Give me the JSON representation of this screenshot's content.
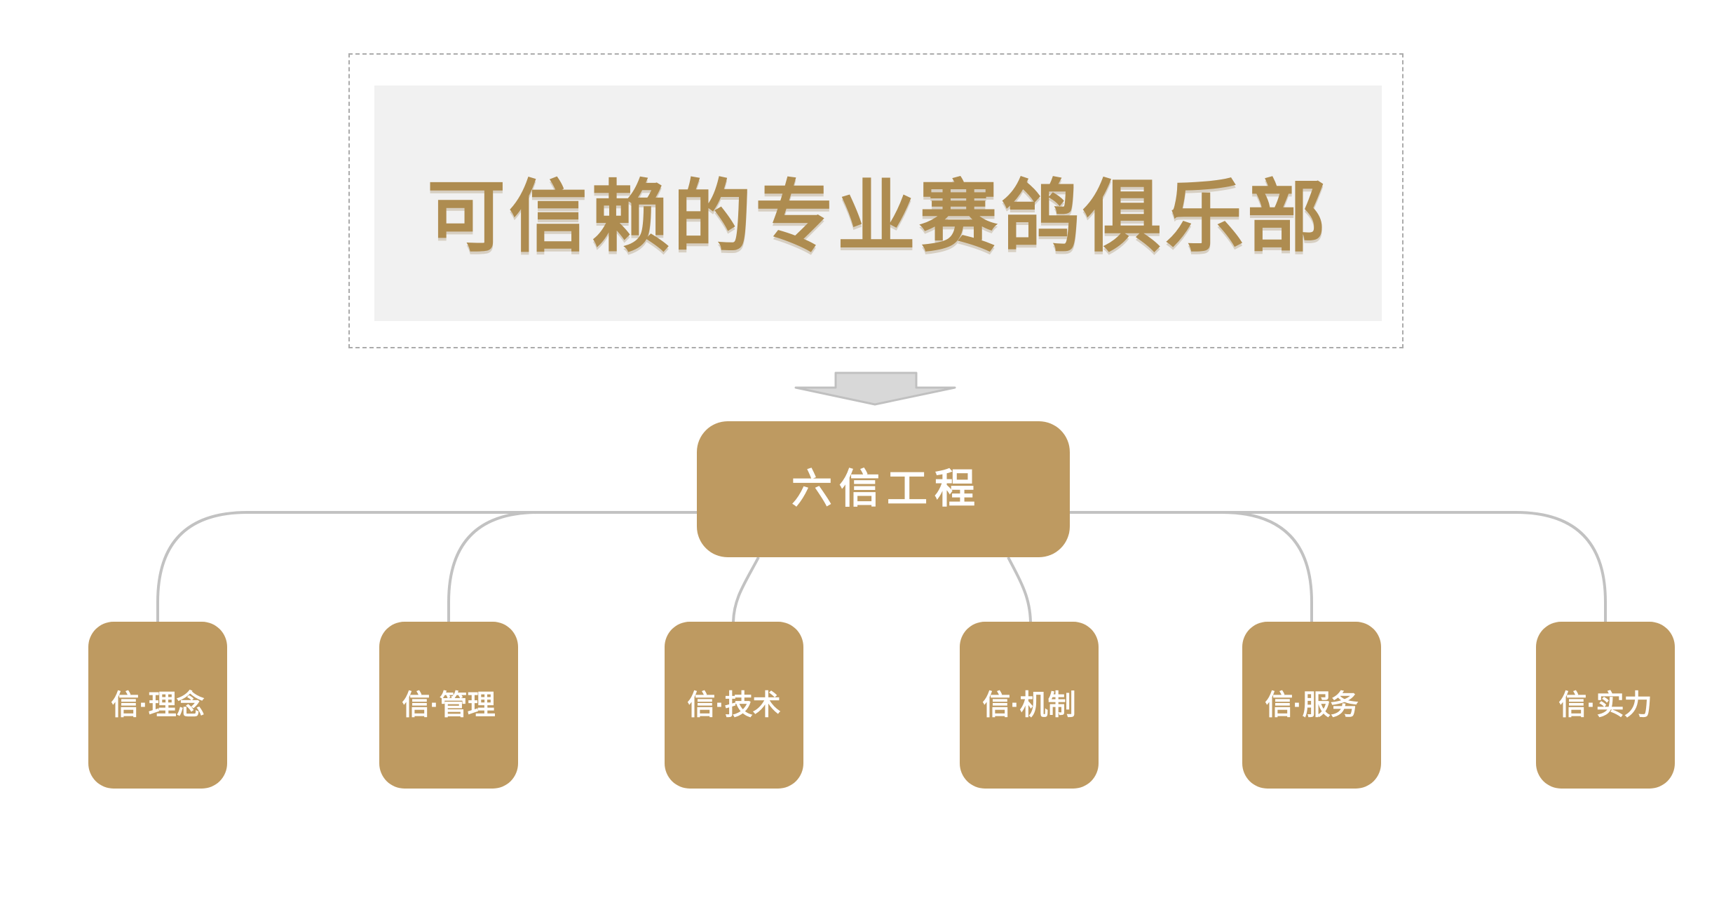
{
  "diagram": {
    "title": "可信赖的专业赛鸽俱乐部",
    "root": {
      "label": "六信工程"
    },
    "children": [
      {
        "label": "信·理念"
      },
      {
        "label": "信·管理"
      },
      {
        "label": "信·技术"
      },
      {
        "label": "信·机制"
      },
      {
        "label": "信·服务"
      },
      {
        "label": "信·实力"
      }
    ],
    "colors": {
      "node_gold": "#be9a61",
      "title_gold": "#ae8c50",
      "panel_gray": "#f1f1f1",
      "connector_gray": "#c2c2c2",
      "arrow_fill": "#d8d8d8",
      "arrow_stroke": "#c0c0c0",
      "dashed_border": "#ababab",
      "node_text": "#ffffff"
    }
  }
}
